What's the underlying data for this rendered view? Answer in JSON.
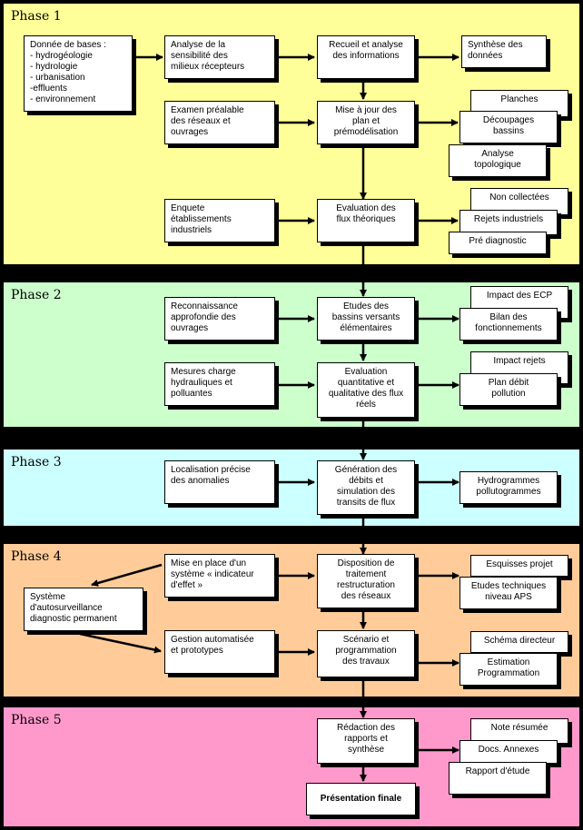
{
  "colors": {
    "phase1": "#ffff99",
    "phase2": "#ccffcc",
    "phase3": "#ccffff",
    "phase4": "#ffcc99",
    "phase5": "#ff99cc",
    "frame": "#000000"
  },
  "phases": [
    {
      "label": "Phase 1"
    },
    {
      "label": "Phase 2"
    },
    {
      "label": "Phase 3"
    },
    {
      "label": "Phase 4"
    },
    {
      "label": "Phase 5"
    }
  ],
  "boxes": {
    "p1_donnee": "Donnée de bases :\n- hydrogéologie\n- hydrologie\n- urbanisation\n-effluents\n- environnement",
    "p1_analyse": "Analyse de la\nsensibilité des\nmilieux récepteurs",
    "p1_recueil": "Recueil et analyse\ndes informations",
    "p1_synthese": "Synthèse des\ndonnées",
    "p1_examen": "Examen préalable\ndes réseaux et\nouvrages",
    "p1_miseajour": "Mise à jour des\nplan et\nprémodélisation",
    "p1_planches": "Planches",
    "p1_decoupages": "Découpages\nbassins",
    "p1_analyse_topo": "Analyse\ntopologique",
    "p1_enquete": "Enquete\nétablissements\nindustriels",
    "p1_evaluation": "Evaluation des\nflux théoriques",
    "p1_noncollectees": "Non collectées",
    "p1_rejets": "Rejets industriels",
    "p1_prediag": "Pré diagnostic",
    "p2_reconnaissance": "Reconnaissance\napprofondie des\nouvrages",
    "p2_etudes": "Etudes des\nbassins versants\nélémentaires",
    "p2_impact_ecp": "Impact des ECP",
    "p2_bilan": "Bilan des\nfonctionnements",
    "p2_mesures": "Mesures charge\nhydrauliques et\npolluantes",
    "p2_evaluation": "Evaluation\nquantitative et\nqualitative des flux\nréels",
    "p2_impact_rejets": "Impact rejets",
    "p2_plan_debit": "Plan débit\npollution",
    "p3_localisation": "Localisation précise\ndes anomalies",
    "p3_generation": "Génération des\ndébits et\nsimulation des\ntransits de flux",
    "p3_hydrogrammes": "Hydrogrammes\npollutogrammes",
    "p4_miseenplace": "Mise en place d'un\nsystème « indicateur\nd'effet »",
    "p4_disposition": "Disposition de\ntraitement\nrestructuration\ndes réseaux",
    "p4_esquisses": "Esquisses projet",
    "p4_etudes_tech": "Etudes techniques\nniveau APS",
    "p4_systeme": "Système\nd'autosurveillance\ndiagnostic permanent",
    "p4_gestion": "Gestion automatisée\net prototypes",
    "p4_scenario": "Scénario et\nprogrammation\ndes travaux",
    "p4_schema": "Schéma directeur",
    "p4_estimation": "Estimation\nProgrammation",
    "p5_redaction": "Rédaction des\nrapports et\nsynthèse",
    "p5_note": "Note résumée",
    "p5_docs": "Docs. Annexes",
    "p5_rapport": "Rapport d'étude",
    "p5_presentation": "Présentation finale"
  }
}
